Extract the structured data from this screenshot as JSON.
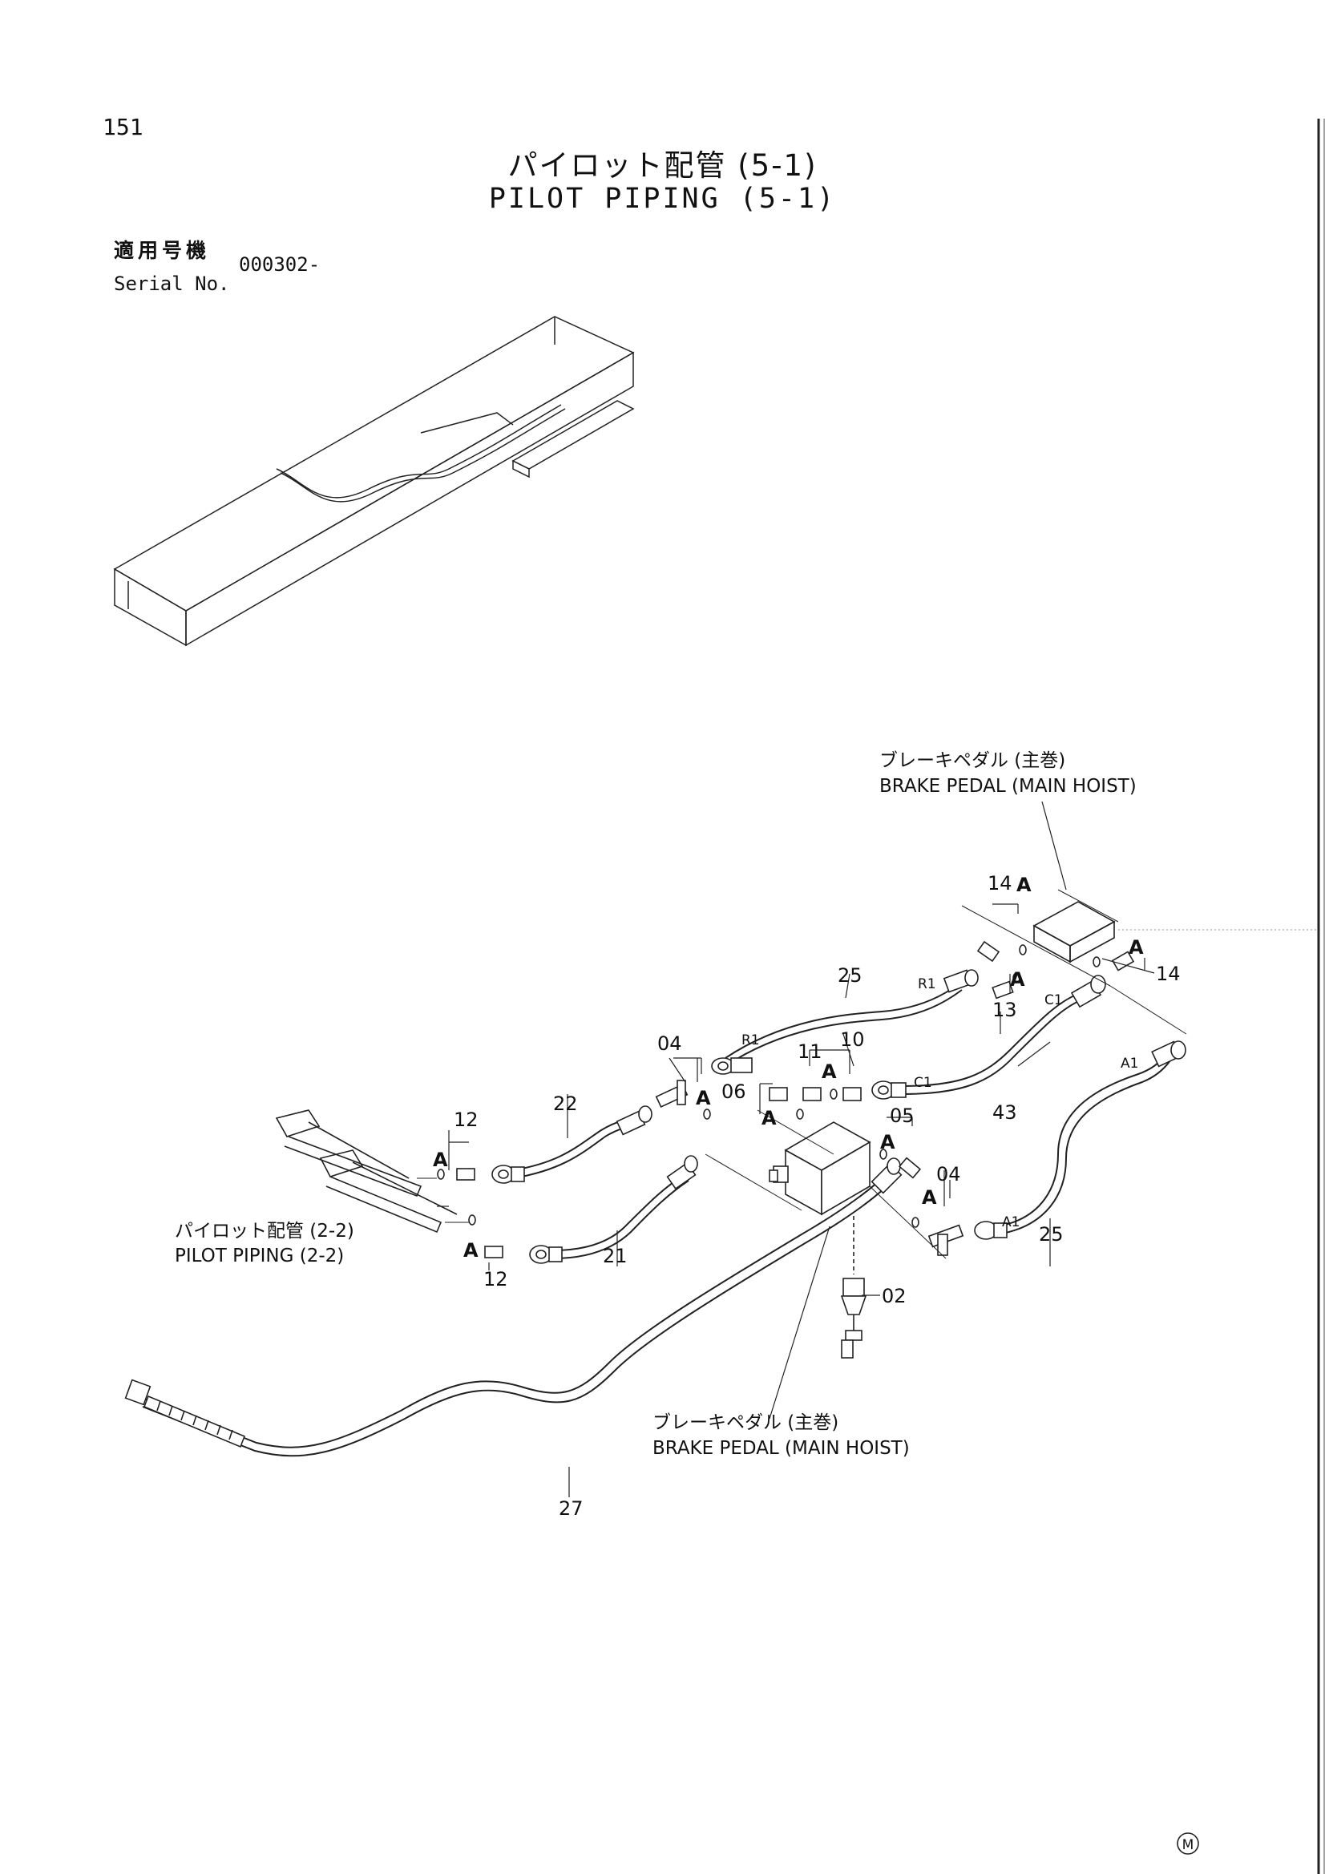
{
  "header": {
    "page_number": "151",
    "title_jp": "パイロット配管 (5-1)",
    "title_en": "PILOT PIPING (5-1)",
    "serial_label_jp": "適用号機",
    "serial_label_en": "Serial No.",
    "serial_value": "000302-"
  },
  "callouts": {
    "brake_pedal_top_jp": "ブレーキペダル (主巻)",
    "brake_pedal_top_en": "BRAKE PEDAL (MAIN HOIST)",
    "brake_pedal_bottom_jp": "ブレーキペダル (主巻)",
    "brake_pedal_bottom_en": "BRAKE PEDAL (MAIN HOIST)",
    "pilot_piping_ref_jp": "パイロット配管 (2-2)",
    "pilot_piping_ref_en": "PILOT PIPING (2-2)"
  },
  "part_numbers": {
    "p14a": "14",
    "p14b": "14",
    "p13": "13",
    "p25a": "25",
    "p25b": "25",
    "p04a": "04",
    "p04b": "04",
    "p11": "11",
    "p10": "10",
    "p06": "06",
    "p05": "05",
    "p43": "43",
    "p22": "22",
    "p21": "21",
    "p12a": "12",
    "p12b": "12",
    "p02": "02",
    "p27": "27"
  },
  "port_labels": {
    "r1a": "R1",
    "r1b": "R1",
    "c1a": "C1",
    "c1b": "C1",
    "a1a": "A1",
    "a1b": "A1"
  },
  "detail_marks": {
    "a1": "A",
    "a2": "A",
    "a3": "A",
    "a4": "A",
    "a5": "A",
    "a6": "A",
    "a7": "A",
    "a8": "A",
    "a9": "A",
    "a10": "A"
  },
  "footer": {
    "mark": "M"
  }
}
